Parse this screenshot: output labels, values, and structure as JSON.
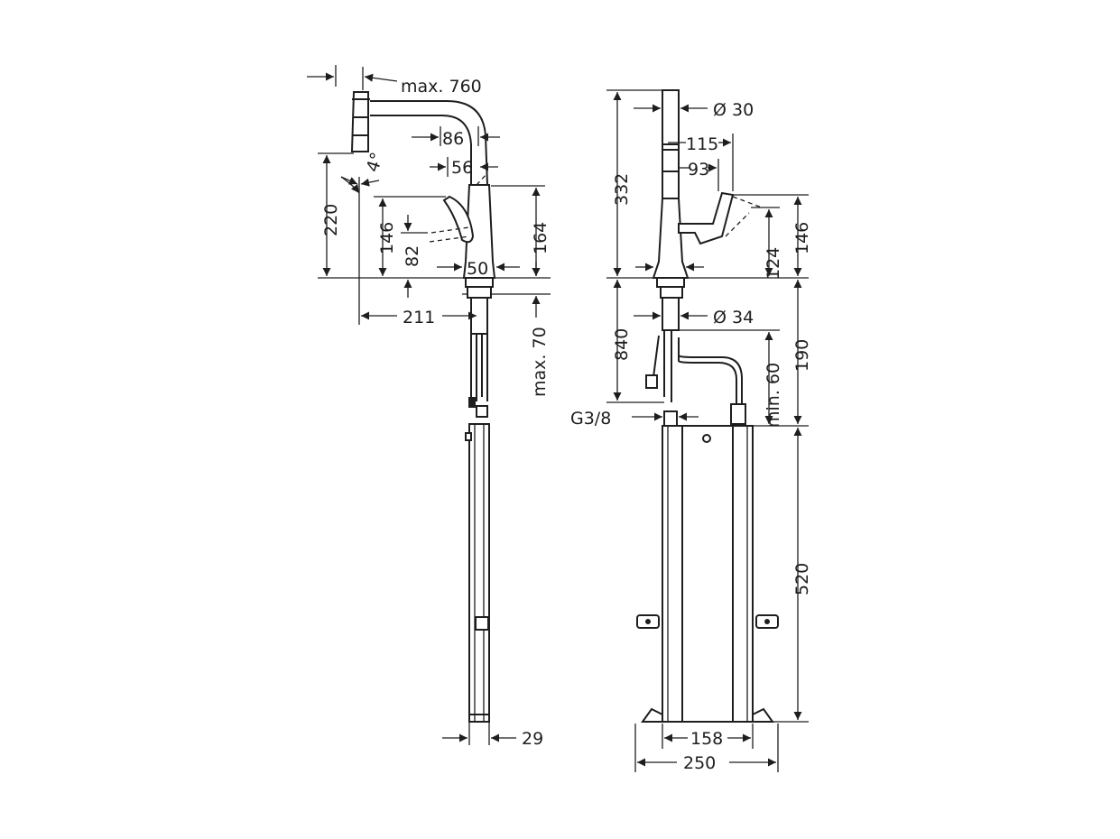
{
  "diagram": {
    "side_view": {
      "spout_reach": "max. 760",
      "spout_dim_1": "86",
      "spout_dim_2": "56",
      "swivel_angle": "4°",
      "overall_height": "220",
      "lever_height": "146",
      "lever_dim": "82",
      "body_height": "164",
      "base_diameter": "50",
      "projection": "211",
      "counter_thickness": "max. 70",
      "rail_width": "29"
    },
    "front_view": {
      "spout_diameter": "Ø 30",
      "handle_reach": "115",
      "handle_offset": "93",
      "total_height": "332",
      "handle_dim": "124",
      "handle_height": "146",
      "shank_diameter": "Ø 34",
      "hose_length": "840",
      "min_clearance": "min. 60",
      "connection_depth": "190",
      "thread": "G3/8",
      "box_height": "520",
      "inner_width": "158",
      "outer_width": "250"
    }
  }
}
